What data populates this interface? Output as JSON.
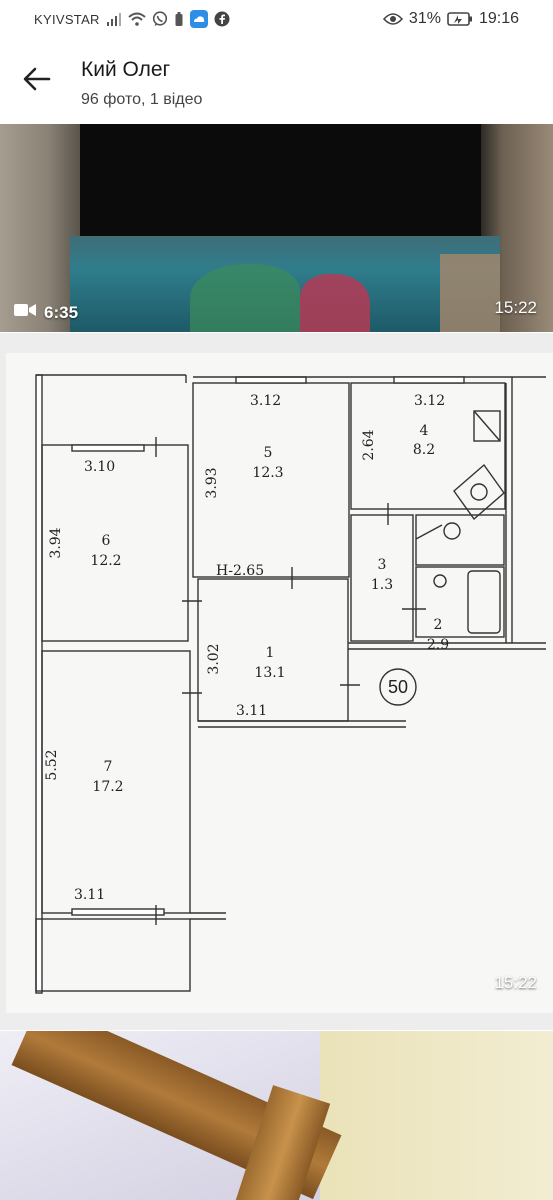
{
  "status_bar": {
    "carrier": "KYIVSTAR",
    "battery_percent": "31%",
    "time": "19:16",
    "icons": [
      "signal-icon",
      "wifi-icon",
      "viber-icon",
      "battery-saver-icon",
      "cloud-icon",
      "facebook-icon",
      "eye-icon",
      "battery-icon"
    ]
  },
  "header": {
    "title": "Кий Олег",
    "subtitle": "96 фото, 1 відео",
    "back_icon": "arrow-back-icon"
  },
  "media": [
    {
      "kind": "video",
      "duration": "6:35",
      "time": "15:22",
      "icon": "video-camera-icon"
    },
    {
      "kind": "photo",
      "time": "15:22",
      "floor_plan": {
        "height_label": "Н-2.65",
        "plan_number": "50",
        "rooms": [
          {
            "number": "1",
            "area": "13.1",
            "dimension": "3.02"
          },
          {
            "number": "2",
            "area": "2.9"
          },
          {
            "number": "3",
            "area": "1.3"
          },
          {
            "number": "4",
            "area": "8.2",
            "dimension": "2.64"
          },
          {
            "number": "5",
            "area": "12.3",
            "dimension": "3.93"
          },
          {
            "number": "6",
            "area": "12.2",
            "dimension": "3.94"
          },
          {
            "number": "7",
            "area": "17.2",
            "dimension": "5.52"
          }
        ],
        "wall_labels": {
          "top_mid": "3.12",
          "top_right": "3.12",
          "room6_top": "3.10",
          "corridor_bottom": "3.11",
          "room7_bottom": "3.11"
        }
      }
    },
    {
      "kind": "photo"
    }
  ]
}
